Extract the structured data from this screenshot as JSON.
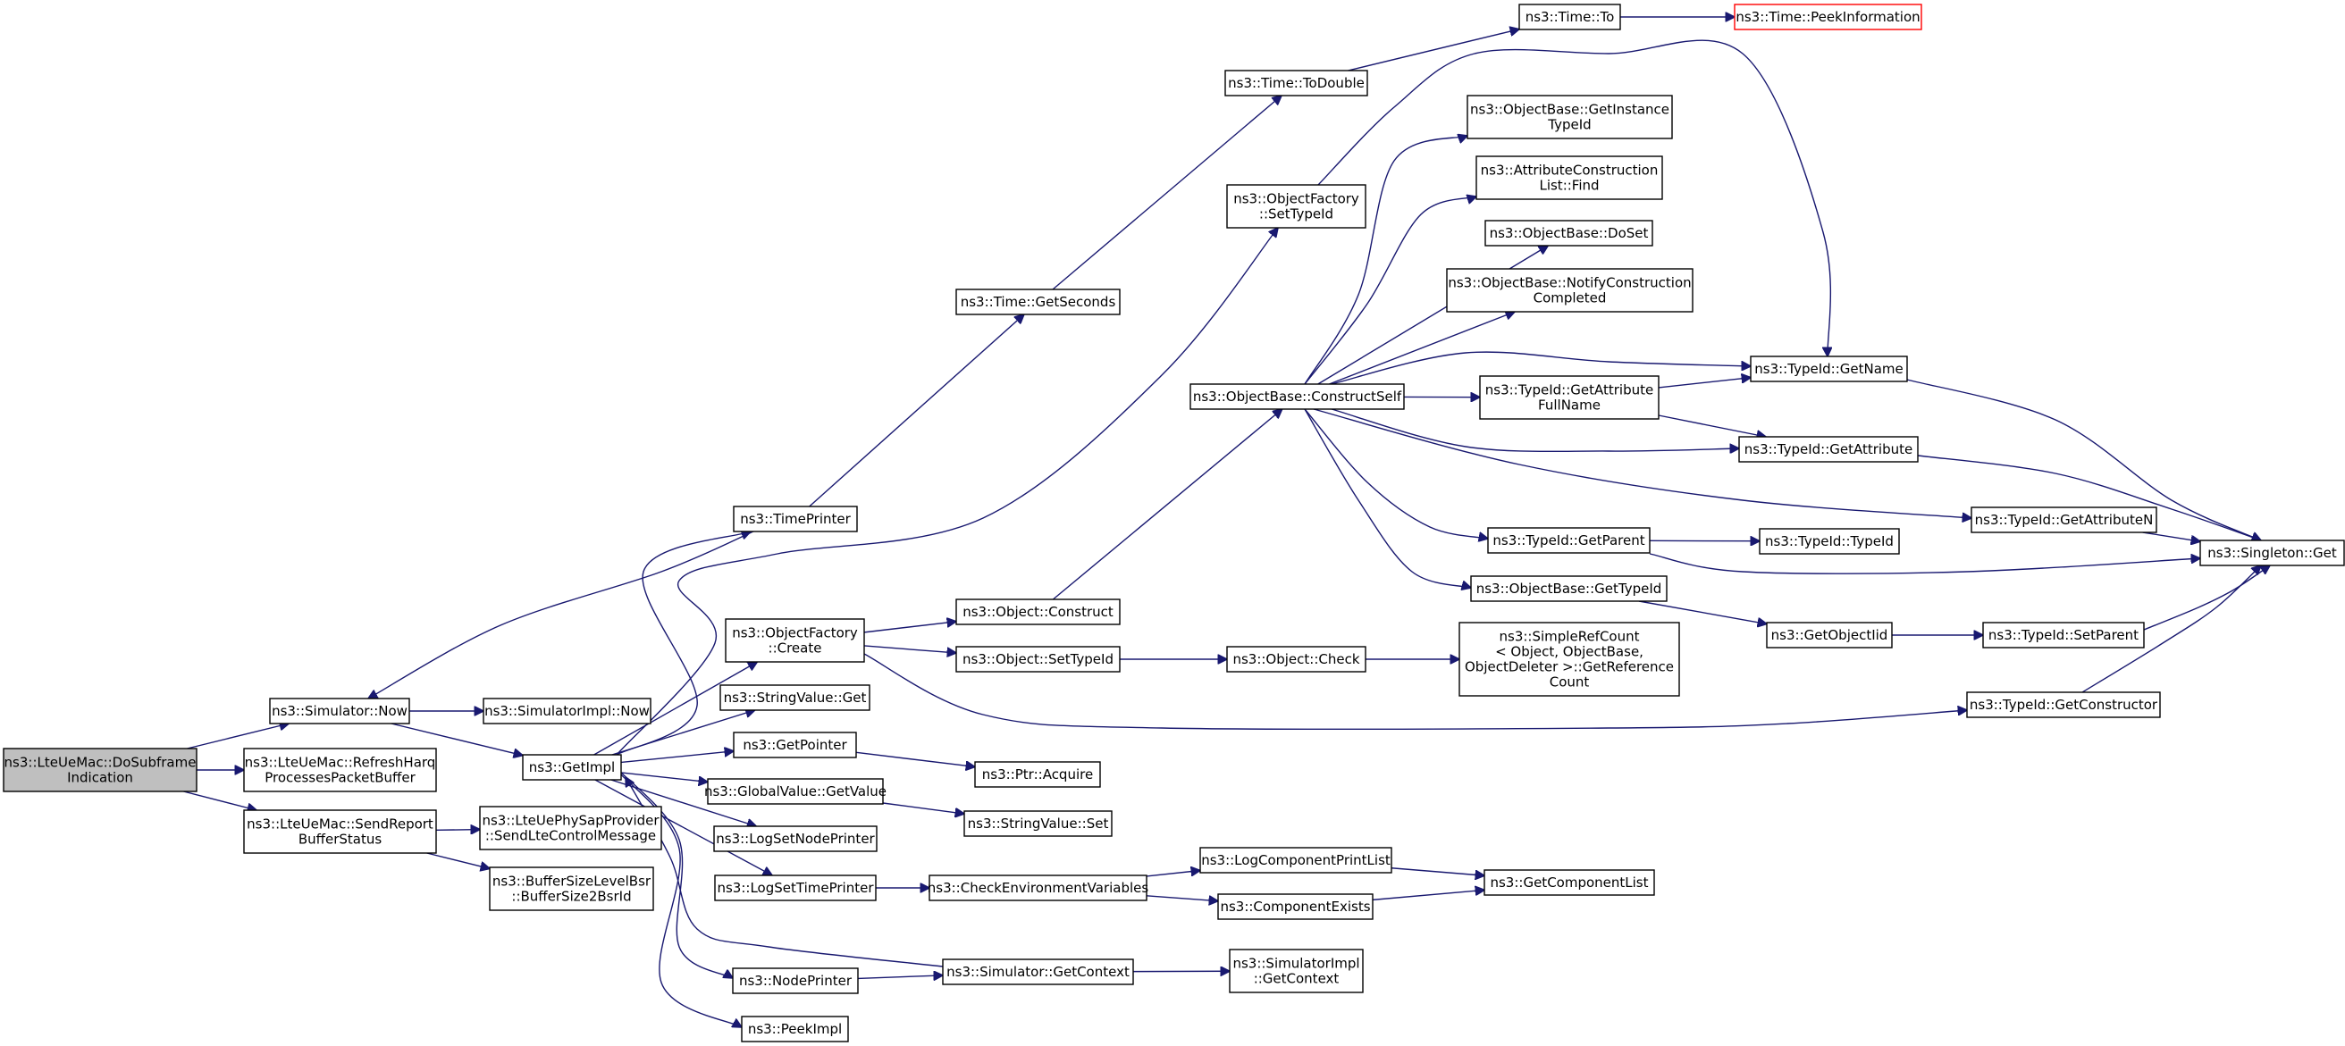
{
  "diagram": {
    "type": "call-graph",
    "colors": {
      "edge": "#191970",
      "node_border": "#000000",
      "root_fill": "#bfbfbf",
      "external_border": "#ff0000"
    },
    "nodes": [
      {
        "id": "root",
        "lines": [
          "ns3::LteUeMac::DoSubframe",
          "Indication"
        ],
        "style": "root"
      },
      {
        "id": "simNow",
        "lines": [
          "ns3::Simulator::Now"
        ]
      },
      {
        "id": "refreshHarq",
        "lines": [
          "ns3::LteUeMac::RefreshHarq",
          "ProcessesPacketBuffer"
        ]
      },
      {
        "id": "sendReport",
        "lines": [
          "ns3::LteUeMac::SendReport",
          "BufferStatus"
        ]
      },
      {
        "id": "simImplNow",
        "lines": [
          "ns3::SimulatorImpl::Now"
        ]
      },
      {
        "id": "getImpl",
        "lines": [
          "ns3::GetImpl"
        ]
      },
      {
        "id": "sendLteCtrl",
        "lines": [
          "ns3::LteUePhySapProvider",
          "::SendLteControlMessage"
        ]
      },
      {
        "id": "bsr",
        "lines": [
          "ns3::BufferSizeLevelBsr",
          "::BufferSize2BsrId"
        ]
      },
      {
        "id": "timePrinter",
        "lines": [
          "ns3::TimePrinter"
        ]
      },
      {
        "id": "ofCreate",
        "lines": [
          "ns3::ObjectFactory",
          "::Create"
        ]
      },
      {
        "id": "strValGet",
        "lines": [
          "ns3::StringValue::Get"
        ]
      },
      {
        "id": "getPointer",
        "lines": [
          "ns3::GetPointer"
        ]
      },
      {
        "id": "gvGetValue",
        "lines": [
          "ns3::GlobalValue::GetValue"
        ]
      },
      {
        "id": "logSetNode",
        "lines": [
          "ns3::LogSetNodePrinter"
        ]
      },
      {
        "id": "logSetTime",
        "lines": [
          "ns3::LogSetTimePrinter"
        ]
      },
      {
        "id": "nodePrinter",
        "lines": [
          "ns3::NodePrinter"
        ]
      },
      {
        "id": "peekImpl",
        "lines": [
          "ns3::PeekImpl"
        ]
      },
      {
        "id": "timeGetSeconds",
        "lines": [
          "ns3::Time::GetSeconds"
        ]
      },
      {
        "id": "objConstruct",
        "lines": [
          "ns3::Object::Construct"
        ]
      },
      {
        "id": "objSetTypeId",
        "lines": [
          "ns3::Object::SetTypeId"
        ]
      },
      {
        "id": "ptrAcquire",
        "lines": [
          "ns3::Ptr::Acquire"
        ]
      },
      {
        "id": "strValSet",
        "lines": [
          "ns3::StringValue::Set"
        ]
      },
      {
        "id": "checkEnv",
        "lines": [
          "ns3::CheckEnvironmentVariables"
        ]
      },
      {
        "id": "simGetContext",
        "lines": [
          "ns3::Simulator::GetContext"
        ]
      },
      {
        "id": "timeToDouble",
        "lines": [
          "ns3::Time::ToDouble"
        ]
      },
      {
        "id": "ofSetTypeId",
        "lines": [
          "ns3::ObjectFactory",
          "::SetTypeId"
        ]
      },
      {
        "id": "obConstructSelf",
        "lines": [
          "ns3::ObjectBase::ConstructSelf"
        ]
      },
      {
        "id": "objCheck",
        "lines": [
          "ns3::Object::Check"
        ]
      },
      {
        "id": "logCompPrint",
        "lines": [
          "ns3::LogComponentPrintList"
        ]
      },
      {
        "id": "compExists",
        "lines": [
          "ns3::ComponentExists"
        ]
      },
      {
        "id": "simImplGetCtx",
        "lines": [
          "ns3::SimulatorImpl",
          "::GetContext"
        ]
      },
      {
        "id": "timeTo",
        "lines": [
          "ns3::Time::To"
        ]
      },
      {
        "id": "obGetInstance",
        "lines": [
          "ns3::ObjectBase::GetInstance",
          "TypeId"
        ]
      },
      {
        "id": "acListFind",
        "lines": [
          "ns3::AttributeConstruction",
          "List::Find"
        ]
      },
      {
        "id": "obDoSet",
        "lines": [
          "ns3::ObjectBase::DoSet"
        ]
      },
      {
        "id": "obNotify",
        "lines": [
          "ns3::ObjectBase::NotifyConstruction",
          "Completed"
        ]
      },
      {
        "id": "tidGetAttrFull",
        "lines": [
          "ns3::TypeId::GetAttribute",
          "FullName"
        ]
      },
      {
        "id": "tidGetParent",
        "lines": [
          "ns3::TypeId::GetParent"
        ]
      },
      {
        "id": "obGetTypeId",
        "lines": [
          "ns3::ObjectBase::GetTypeId"
        ]
      },
      {
        "id": "simpleRef",
        "lines": [
          "ns3::SimpleRefCount",
          "< Object, ObjectBase,",
          "ObjectDeleter >::GetReference",
          "Count"
        ]
      },
      {
        "id": "getCompList",
        "lines": [
          "ns3::GetComponentList"
        ]
      },
      {
        "id": "peekInfo",
        "lines": [
          "ns3::Time::PeekInformation"
        ],
        "style": "external"
      },
      {
        "id": "tidGetName",
        "lines": [
          "ns3::TypeId::GetName"
        ]
      },
      {
        "id": "tidGetAttr",
        "lines": [
          "ns3::TypeId::GetAttribute"
        ]
      },
      {
        "id": "tidTypeId",
        "lines": [
          "ns3::TypeId::TypeId"
        ]
      },
      {
        "id": "getObjectIid",
        "lines": [
          "ns3::GetObjectIid"
        ]
      },
      {
        "id": "tidGetAttrN",
        "lines": [
          "ns3::TypeId::GetAttributeN"
        ]
      },
      {
        "id": "tidSetParent",
        "lines": [
          "ns3::TypeId::SetParent"
        ]
      },
      {
        "id": "tidGetCtor",
        "lines": [
          "ns3::TypeId::GetConstructor"
        ]
      },
      {
        "id": "singletonGet",
        "lines": [
          "ns3::Singleton::Get"
        ]
      }
    ],
    "edges": [
      [
        "root",
        "simNow"
      ],
      [
        "root",
        "refreshHarq"
      ],
      [
        "root",
        "sendReport"
      ],
      [
        "simNow",
        "simImplNow"
      ],
      [
        "simNow",
        "getImpl"
      ],
      [
        "sendReport",
        "sendLteCtrl"
      ],
      [
        "sendReport",
        "bsr"
      ],
      [
        "timePrinter",
        "simNow"
      ],
      [
        "timePrinter",
        "timeGetSeconds"
      ],
      [
        "getImpl",
        "timePrinter"
      ],
      [
        "getImpl",
        "ofSetTypeId"
      ],
      [
        "getImpl",
        "ofCreate"
      ],
      [
        "getImpl",
        "strValGet"
      ],
      [
        "getImpl",
        "getPointer"
      ],
      [
        "getImpl",
        "gvGetValue"
      ],
      [
        "getImpl",
        "logSetNode"
      ],
      [
        "getImpl",
        "logSetTime"
      ],
      [
        "getImpl",
        "nodePrinter"
      ],
      [
        "getImpl",
        "peekImpl"
      ],
      [
        "simGetContext",
        "getImpl"
      ],
      [
        "ofCreate",
        "objConstruct"
      ],
      [
        "ofCreate",
        "objSetTypeId"
      ],
      [
        "ofCreate",
        "tidGetCtor"
      ],
      [
        "getPointer",
        "ptrAcquire"
      ],
      [
        "gvGetValue",
        "strValSet"
      ],
      [
        "logSetTime",
        "checkEnv"
      ],
      [
        "nodePrinter",
        "simGetContext"
      ],
      [
        "timeGetSeconds",
        "timeToDouble"
      ],
      [
        "timeToDouble",
        "timeTo"
      ],
      [
        "timeTo",
        "peekInfo"
      ],
      [
        "ofSetTypeId",
        "tidGetName"
      ],
      [
        "objConstruct",
        "obConstructSelf"
      ],
      [
        "objSetTypeId",
        "objCheck"
      ],
      [
        "objCheck",
        "simpleRef"
      ],
      [
        "checkEnv",
        "logCompPrint"
      ],
      [
        "checkEnv",
        "compExists"
      ],
      [
        "logCompPrint",
        "getCompList"
      ],
      [
        "compExists",
        "getCompList"
      ],
      [
        "simGetContext",
        "simImplGetCtx"
      ],
      [
        "obConstructSelf",
        "obGetInstance"
      ],
      [
        "obConstructSelf",
        "acListFind"
      ],
      [
        "obConstructSelf",
        "obDoSet"
      ],
      [
        "obConstructSelf",
        "obNotify"
      ],
      [
        "obConstructSelf",
        "tidGetName"
      ],
      [
        "obConstructSelf",
        "tidGetAttrFull"
      ],
      [
        "obConstructSelf",
        "tidGetAttr"
      ],
      [
        "obConstructSelf",
        "tidGetAttrN"
      ],
      [
        "obConstructSelf",
        "tidGetParent"
      ],
      [
        "obConstructSelf",
        "obGetTypeId"
      ],
      [
        "tidGetAttrFull",
        "tidGetName"
      ],
      [
        "tidGetAttrFull",
        "tidGetAttr"
      ],
      [
        "tidGetParent",
        "tidTypeId"
      ],
      [
        "tidGetParent",
        "singletonGet"
      ],
      [
        "obGetTypeId",
        "getObjectIid"
      ],
      [
        "getObjectIid",
        "tidSetParent"
      ],
      [
        "tidGetName",
        "singletonGet"
      ],
      [
        "tidGetAttr",
        "singletonGet"
      ],
      [
        "tidGetAttrN",
        "singletonGet"
      ],
      [
        "tidSetParent",
        "singletonGet"
      ],
      [
        "tidGetCtor",
        "singletonGet"
      ]
    ]
  }
}
